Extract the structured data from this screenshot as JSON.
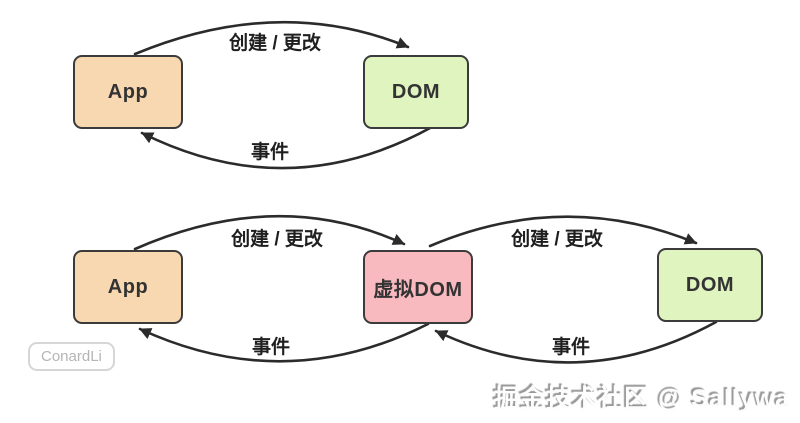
{
  "colors": {
    "background": "#ffffff",
    "app_fill": "#f8d8b0",
    "dom_fill": "#dff4be",
    "virtual_dom_fill": "#f9babf",
    "node_border": "#3b3b3b",
    "arrow_stroke": "#2b2b2b",
    "label_text": "#1f1f1f",
    "badge_border": "#d6d6d6",
    "badge_text": "#b5b5b5",
    "watermark_text": "#fdfdfd",
    "watermark_shadow": "#989898"
  },
  "diagram_top": {
    "nodes": [
      {
        "id": "app",
        "label": "App"
      },
      {
        "id": "dom",
        "label": "DOM"
      }
    ],
    "edges": [
      {
        "id": "create-update",
        "label": "创建 / 更改",
        "from": "App",
        "to": "DOM"
      },
      {
        "id": "event",
        "label": "事件",
        "from": "DOM",
        "to": "App"
      }
    ]
  },
  "diagram_bottom": {
    "nodes": [
      {
        "id": "app",
        "label": "App"
      },
      {
        "id": "virtual-dom",
        "label": "虚拟DOM"
      },
      {
        "id": "dom",
        "label": "DOM"
      }
    ],
    "edges": [
      {
        "id": "create-update-left",
        "label": "创建 / 更改",
        "from": "App",
        "to": "虚拟DOM"
      },
      {
        "id": "event-left",
        "label": "事件",
        "from": "虚拟DOM",
        "to": "App"
      },
      {
        "id": "create-update-right",
        "label": "创建 / 更改",
        "from": "虚拟DOM",
        "to": "DOM"
      },
      {
        "id": "event-right",
        "label": "事件",
        "from": "DOM",
        "to": "虚拟DOM"
      }
    ]
  },
  "watermarks": {
    "badge": "ConardLi",
    "community": "掘金技术社区 @ Sallywa"
  }
}
